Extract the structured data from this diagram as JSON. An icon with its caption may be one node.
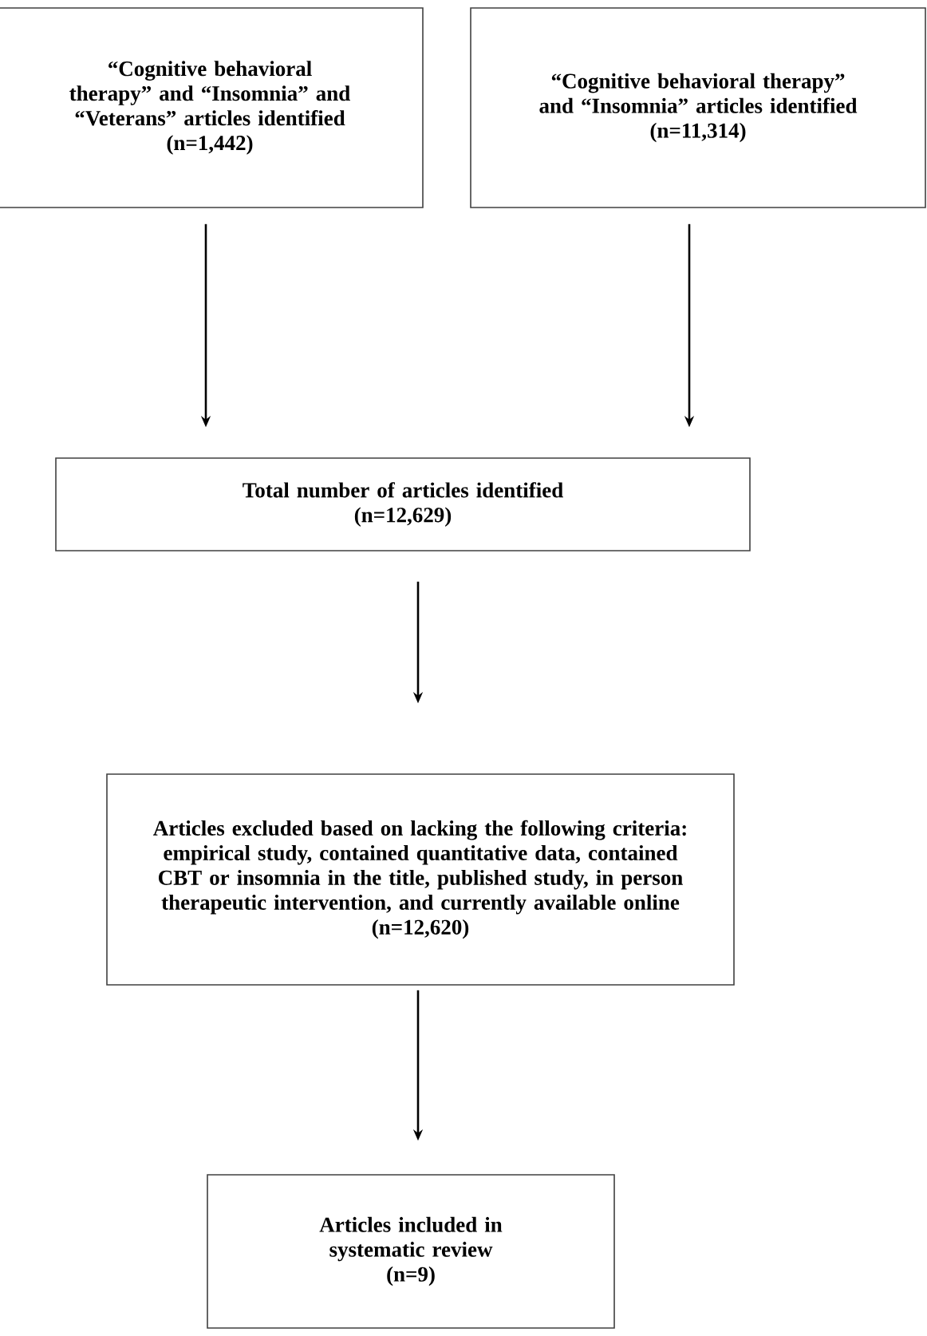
{
  "diagram": {
    "nodes": [
      {
        "text": [
          "“Cognitive behavioral therapy” and “Insomnia” and “Veterans” articles identified",
          "(n=1,442)"
        ]
      },
      {
        "text": [
          "“Cognitive behavioral therapy” and “Insomnia” articles identified",
          "(n=11,314)"
        ]
      },
      {
        "text": [
          "Total number of articles identified",
          "(n=12,629)"
        ]
      },
      {
        "text": [
          "Articles excluded based on lacking the following criteria: empirical study, contained quantitative data, contained CBT or insomnia in the title, published study, in person therapeutic intervention, and currently available online",
          "(n=12,620)"
        ]
      },
      {
        "text": [
          "Articles included in systematic review",
          "(n=9)"
        ]
      }
    ],
    "edges": [
      {
        "from": 0,
        "to": 2,
        "arrow": "to"
      },
      {
        "from": 1,
        "to": 2,
        "arrow": "to"
      },
      {
        "from": 2,
        "to": 3,
        "arrow": "to"
      },
      {
        "from": 3,
        "to": 4,
        "arrow": "to"
      }
    ]
  }
}
